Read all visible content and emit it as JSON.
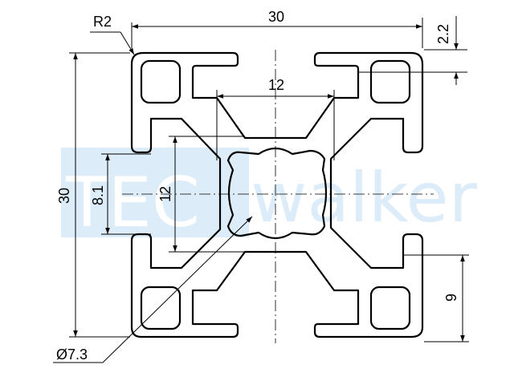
{
  "drawing": {
    "watermark": {
      "part_a": "TEC",
      "part_b": "walker"
    },
    "dimensions": {
      "overall_width": "30",
      "overall_height": "30",
      "radius": "R2",
      "lip_thickness": "2.2",
      "core_width": "12",
      "core_height": "12",
      "slot_opening": "8.1",
      "slot_depth": "9",
      "bore_diameter": "Ø7.3"
    }
  }
}
